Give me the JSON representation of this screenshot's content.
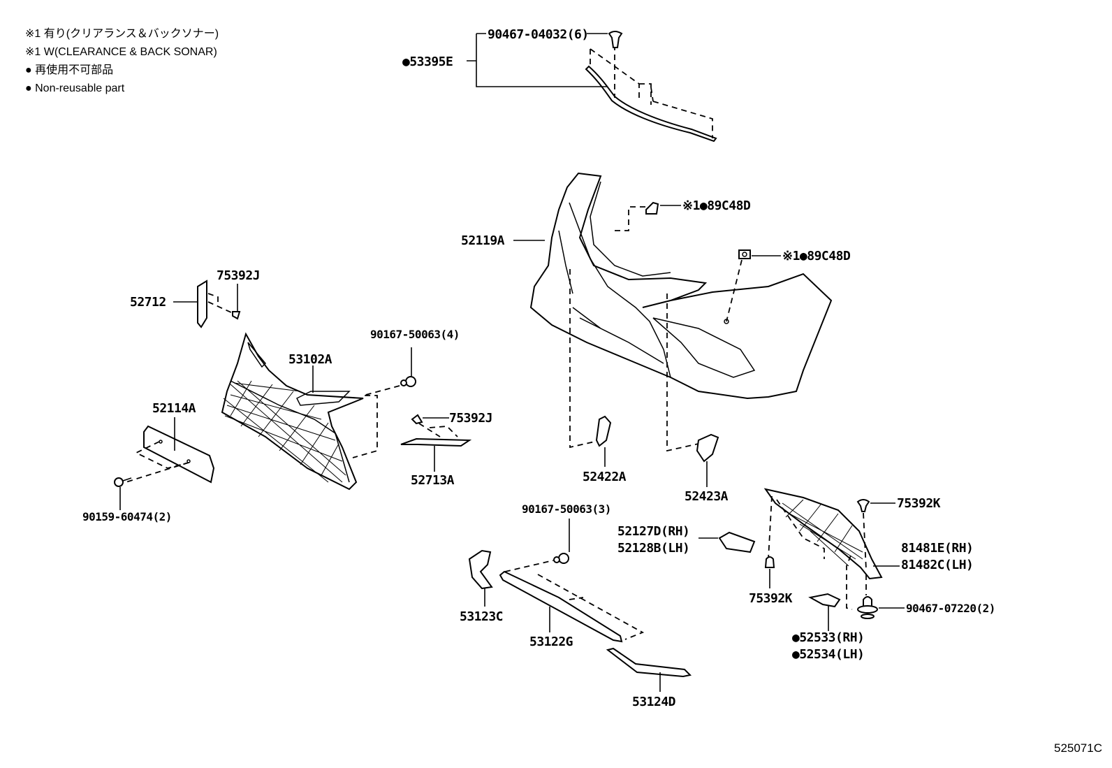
{
  "legend": {
    "note_jp": "※1 有り(クリアランス＆バックソナー)",
    "note_en": "※1 W(CLEARANCE & BACK SONAR)",
    "nonreusable_jp": "● 再使用不可部品",
    "nonreusable_en": "● Non-reusable part"
  },
  "drawing_id": "525071C",
  "labels": {
    "p90467_04032": "90467-04032(6)",
    "p53395E": "●53395E",
    "p52119A": "52119A",
    "p89C48D_1": "※1●89C48D",
    "p89C48D_2": "※1●89C48D",
    "p75392J_1": "75392J",
    "p52712": "52712",
    "p90167_50063_4": "90167-50063(4)",
    "p53102A": "53102A",
    "p52114A": "52114A",
    "p75392J_2": "75392J",
    "p52713A": "52713A",
    "p90159_60474": "90159-60474(2)",
    "p52422A": "52422A",
    "p52423A": "52423A",
    "p90167_50063_3": "90167-50063(3)",
    "p52127D": "52127D(RH)",
    "p52128B": "52128B(LH)",
    "p75392K_1": "75392K",
    "p81481E": "81481E(RH)",
    "p81482C": "81482C(LH)",
    "p75392K_2": "75392K",
    "p90467_07220": "90467-07220(2)",
    "p52533": "●52533(RH)",
    "p52534": "●52534(LH)",
    "p53123C": "53123C",
    "p53122G": "53122G",
    "p53124D": "53124D"
  }
}
